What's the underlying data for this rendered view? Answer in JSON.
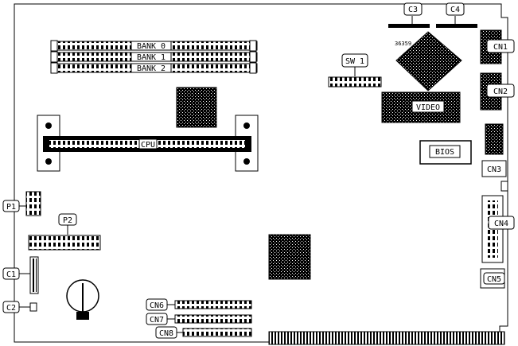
{
  "labels": {
    "c3": "C3",
    "c4": "C4",
    "code": "36359",
    "bank0": "BANK 0",
    "bank1": "BANK 1",
    "bank2": "BANK 2",
    "sw1": "SW 1",
    "cn1": "CN1",
    "cn2": "CN2",
    "video": "VIDEO",
    "cpu": "CPU",
    "bios": "BIOS",
    "cn3": "CN3",
    "p1": "P1",
    "p2": "P2",
    "cn4": "CN4",
    "c1": "C1",
    "cn5": "CN5",
    "c2": "C2",
    "cn6": "CN6",
    "cn7": "CN7",
    "cn8": "CN8"
  },
  "colors": {
    "ink": "#000000",
    "paper": "#ffffff"
  }
}
